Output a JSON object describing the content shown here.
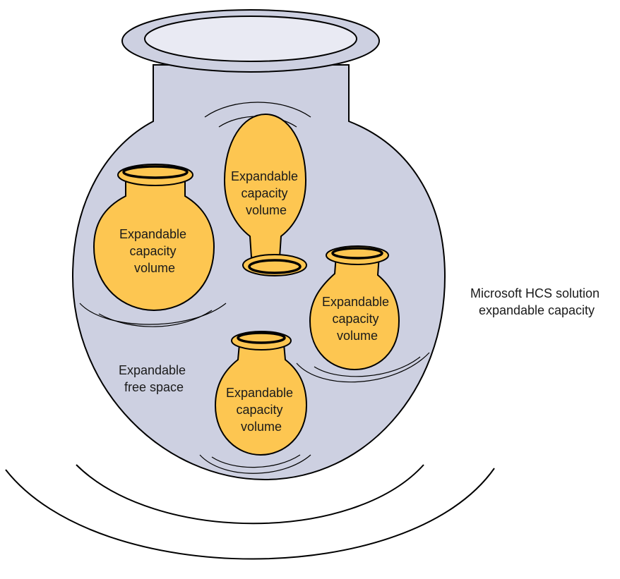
{
  "colors": {
    "big_jar_fill": "#cdd0e1",
    "small_jar_fill": "#fdc651",
    "opening_fill": "#e9eaf3",
    "outline": "#000000"
  },
  "labels": {
    "jar_left": [
      "Expandable",
      "capacity",
      "volume"
    ],
    "jar_top_inverted": [
      "Expandable",
      "capacity",
      "volume"
    ],
    "jar_right": [
      "Expandable",
      "capacity",
      "volume"
    ],
    "jar_bottom": [
      "Expandable",
      "capacity",
      "volume"
    ],
    "free_space": [
      "Expandable",
      "free space"
    ],
    "solution": [
      "Microsoft HCS solution",
      "expandable capacity"
    ]
  }
}
